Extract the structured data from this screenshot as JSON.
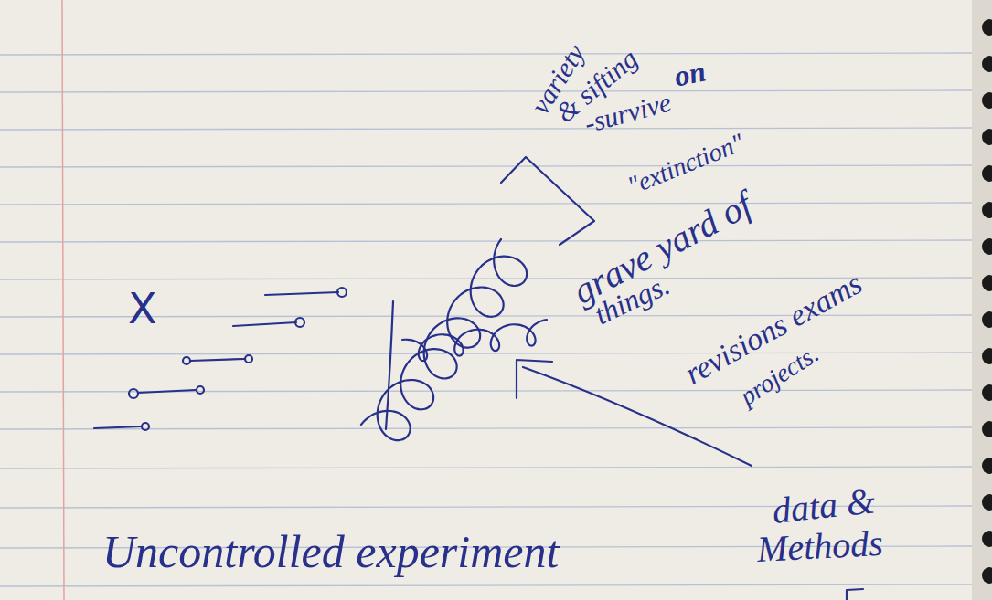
{
  "diagram": {
    "labels": [
      "variety",
      "& sifting",
      "on",
      "-survive",
      "\"extinction\"",
      "grave yard of",
      "things.",
      "revisions exams",
      "projects.",
      "X",
      "Uncontrolled experiment",
      "data &",
      "Methods"
    ]
  }
}
